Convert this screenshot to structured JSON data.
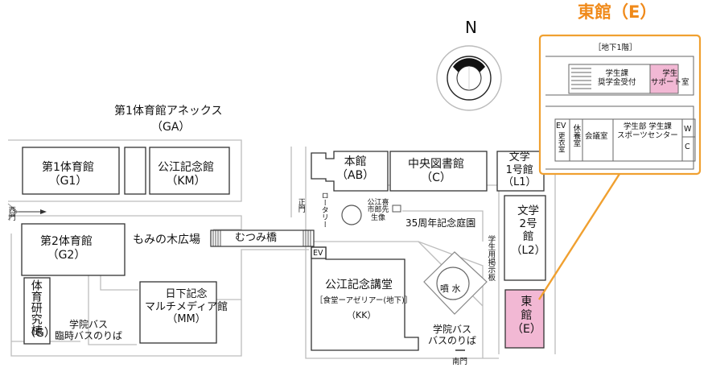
{
  "compass": {
    "north": "N"
  },
  "inset": {
    "title": "東館（E）",
    "floor": "［地下1階］",
    "rooms": {
      "scholarship": "学生課\n奨学金受付",
      "support": "学生\nサポート室",
      "ev": "EV",
      "changing": "更衣室",
      "rest": "休養室",
      "meeting": "会議室",
      "sports": "学生部 学生課\nスポーツセンター",
      "w": "W",
      "c": "C"
    }
  },
  "buildings": {
    "g1": "第1体育館\n（G1）",
    "annex_name": "第1体育館アネックス",
    "annex_code": "（GA）",
    "km": "公江記念館\n（KM）",
    "g2": "第2体育館\n（G2）",
    "g": "体育研究棟",
    "g_code": "（G）",
    "mm": "日下記念\nマルチメディア館\n（MM）",
    "ab": "本館\n（AB）",
    "c": "中央図書館\n（C）",
    "l1": "文学\n1号館\n（L1）",
    "l2": "文学\n2号\n館\n（L2）",
    "kk_name": "公江記念講堂",
    "kk_sub": "［食堂ーアゼリアー(地下)］",
    "kk_code": "（KK）",
    "e": "東\n館\n（E）",
    "ev_small": "EV"
  },
  "places": {
    "west_gate": "西門",
    "plaza": "もみの木広場",
    "bridge": "むつみ橋",
    "main_gate": "正門",
    "rotary": "ロータリー",
    "statue": "公江喜市郎先生像",
    "garden": "35周年記念庭園",
    "board": "学生用掲示板",
    "fountain": "噴 水",
    "bus_left": "学院バス\n臨時バスのりば",
    "bus_south": "学院バス\nバスのりば",
    "south_gate": "南門"
  },
  "colors": {
    "accent": "#f0a030",
    "highlight": "#f2b8d4",
    "line": "#333333",
    "road": "#b8b8b8"
  }
}
